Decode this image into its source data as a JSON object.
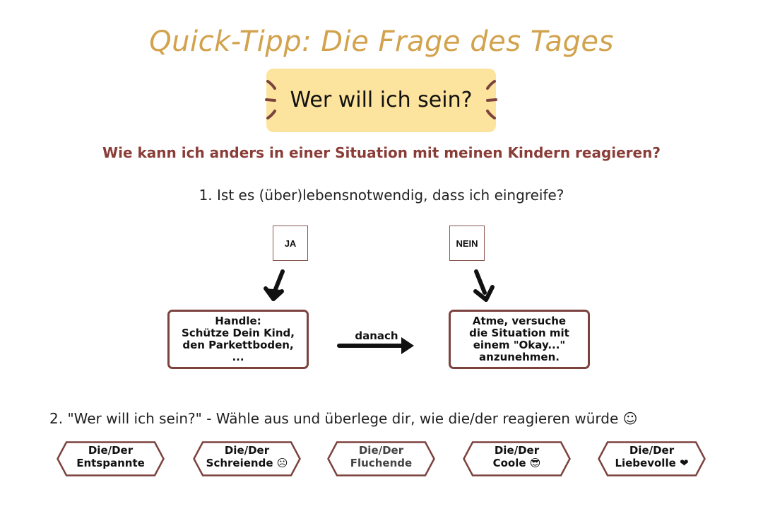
{
  "title": "Quick-Tipp: Die Frage des Tages",
  "question": "Wer will ich sein?",
  "subtitle": "Wie kann ich anders in einer Situation mit meinen Kindern reagieren?",
  "step1": "1. Ist es (über)lebensnotwendig, dass ich eingreife?",
  "yes_label": "JA",
  "no_label": "NEIN",
  "yes_action": "Handle:\nSchütze Dein Kind,\nden Parkettboden,\n...",
  "no_action": "Atme, versuche\ndie Situation mit\neinem \"Okay...\"\nanzunehmen.",
  "connector_label": "danach",
  "step2": "2. \"Wer will ich sein?\" - Wähle aus und überlege dir, wie die/der reagieren würde ☺",
  "options": [
    "Die/Der\nEntspannte",
    "Die/Der\nSchreiende ☹",
    "Die/Der\nFluchende",
    "Die/Der\nCoole 😎",
    "Die/Der\nLiebevolle ❤"
  ],
  "colors": {
    "title": "#d2a24c",
    "highlight_box": "#fde49e",
    "accent_red": "#8a3c37",
    "box_border": "#7b423e"
  }
}
